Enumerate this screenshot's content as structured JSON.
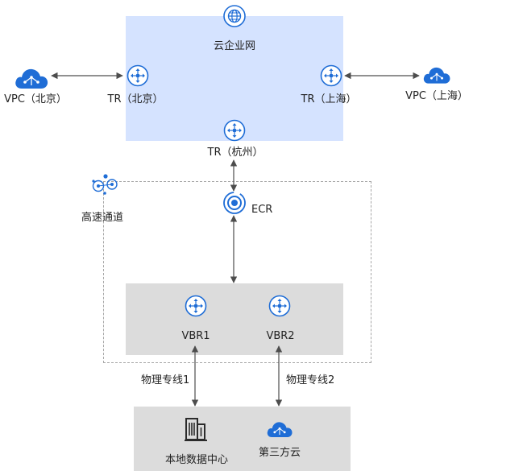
{
  "cen": {
    "label": "云企业网",
    "icon": "globe-icon"
  },
  "vpc_beijing": {
    "label": "VPC（北京）",
    "icon": "cloud-icon"
  },
  "vpc_shanghai": {
    "label": "VPC（上海）",
    "icon": "cloud-icon"
  },
  "tr_beijing": {
    "label": "TR（北京）",
    "icon": "router-icon"
  },
  "tr_shanghai": {
    "label": "TR（上海）",
    "icon": "router-icon"
  },
  "tr_hangzhou": {
    "label": "TR（杭州）",
    "icon": "router-icon"
  },
  "high_speed": {
    "label": "高速通道",
    "icon": "hub-icon"
  },
  "ecr": {
    "label": "ECR",
    "icon": "ecr-icon"
  },
  "vbr1": {
    "label": "VBR1",
    "icon": "router-icon"
  },
  "vbr2": {
    "label": "VBR2",
    "icon": "router-icon"
  },
  "line1": {
    "label": "物理专线1"
  },
  "line2": {
    "label": "物理专线2"
  },
  "idc": {
    "label": "本地数据中心",
    "icon": "building-icon"
  },
  "third_cloud": {
    "label": "第三方云",
    "icon": "cloud-icon"
  },
  "colors": {
    "accent": "#1f6dd6",
    "cen_fill": "#d5e3ff",
    "box_fill": "#dcdcdc",
    "line": "#4d4d4d"
  }
}
